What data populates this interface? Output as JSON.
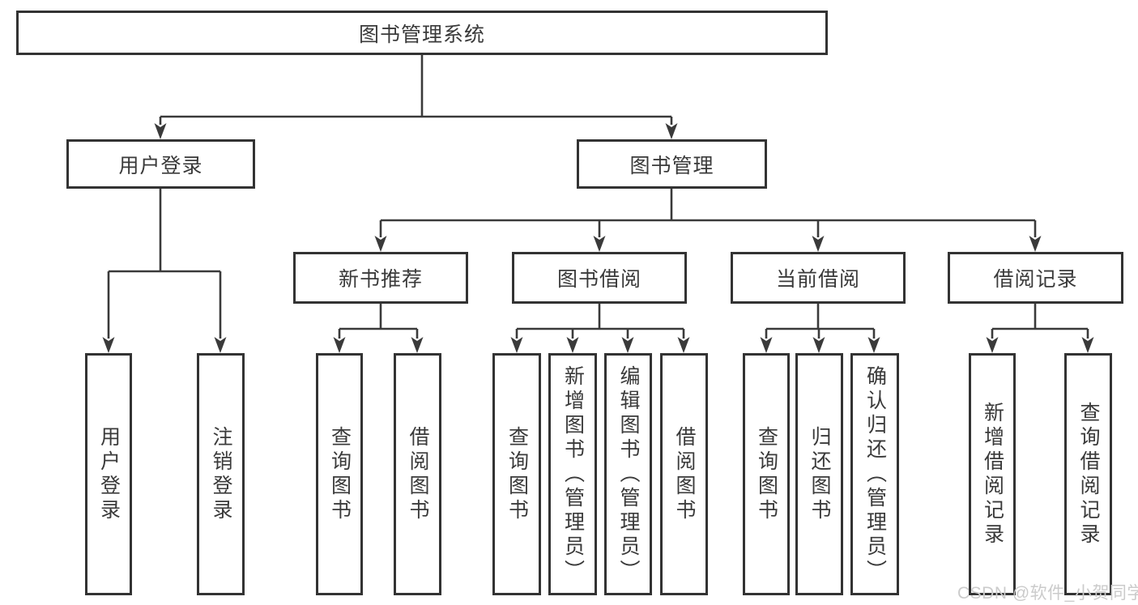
{
  "diagram": {
    "type": "tree",
    "orientation": "top-down",
    "line_color": "#3a3a3a",
    "box_border_color": "#333333",
    "background_color": "#ffffff",
    "tree": {
      "label": "图书管理系统",
      "children": [
        {
          "label": "用户登录",
          "children": [
            {
              "label": "用户登录"
            },
            {
              "label": "注销登录"
            }
          ]
        },
        {
          "label": "图书管理",
          "children": [
            {
              "label": "新书推荐",
              "children": [
                {
                  "label": "查询图书"
                },
                {
                  "label": "借阅图书"
                }
              ]
            },
            {
              "label": "图书借阅",
              "children": [
                {
                  "label": "查询图书"
                },
                {
                  "label": "新增图书（管理员）"
                },
                {
                  "label": "编辑图书（管理员）"
                },
                {
                  "label": "借阅图书"
                }
              ]
            },
            {
              "label": "当前借阅",
              "children": [
                {
                  "label": "查询图书"
                },
                {
                  "label": "归还图书"
                },
                {
                  "label": "确认归还（管理员）"
                }
              ]
            },
            {
              "label": "借阅记录",
              "children": [
                {
                  "label": "新增借阅记录"
                },
                {
                  "label": "查询借阅记录"
                }
              ]
            }
          ]
        }
      ]
    }
  },
  "watermark": {
    "text": "CSDN @软件_小贺同学",
    "color": "#cbcbcb"
  }
}
